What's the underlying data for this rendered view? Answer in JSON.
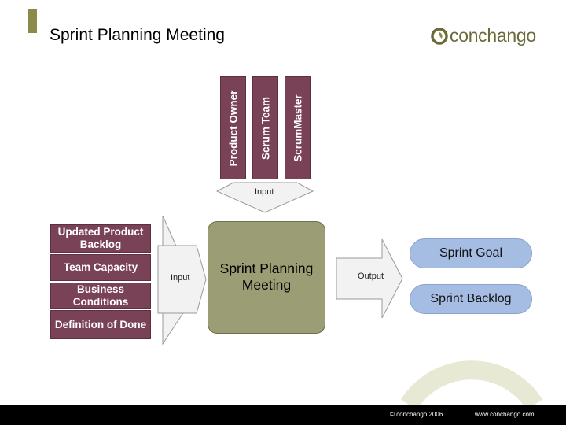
{
  "title": "Sprint Planning Meeting",
  "logo": {
    "text": "conchango",
    "icon": "conchango-logo-mark"
  },
  "roles": [
    "Product Owner",
    "Scrum Team",
    "ScrumMaster"
  ],
  "top_arrow_label": "Input",
  "inputs": [
    "Updated Product Backlog",
    "Team Capacity",
    "Business Conditions",
    "Definition of Done"
  ],
  "left_arrow_label": "Input",
  "center_label": "Sprint Planning Meeting",
  "right_arrow_label": "Output",
  "outputs": [
    "Sprint Goal",
    "Sprint Backlog"
  ],
  "footer": {
    "copyright": "© conchango 2006",
    "url": "www.conchango.com"
  },
  "colors": {
    "role_box": "#7a4256",
    "center_box": "#9b9d74",
    "output_pill": "#a6bde3",
    "accent": "#8a8a4a",
    "footer": "#000000"
  }
}
